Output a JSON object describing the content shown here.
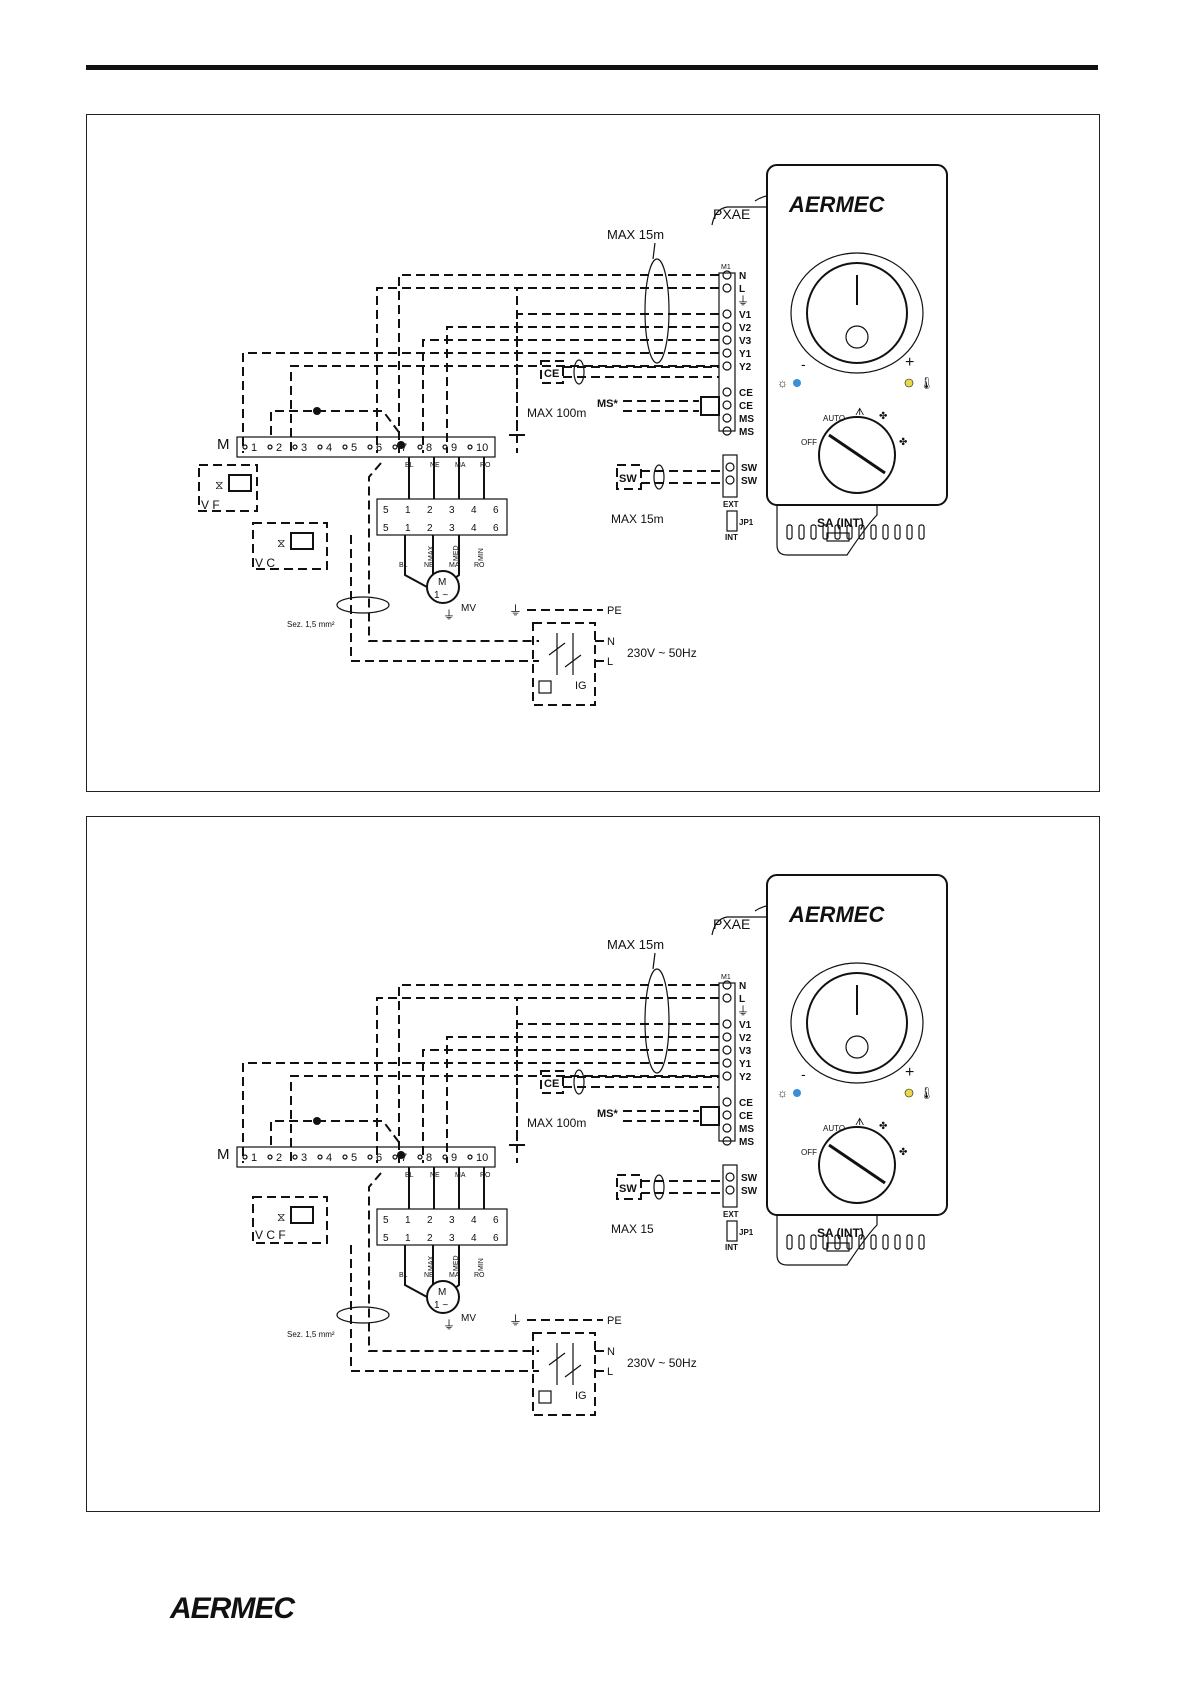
{
  "brand": "AERMEC",
  "panels": [
    {
      "controller": "PXAE",
      "brand": "AERMEC",
      "board": "M1",
      "terminals": [
        "N",
        "L",
        "V1",
        "V2",
        "V3",
        "Y1",
        "Y2",
        "CE",
        "CE",
        "MS",
        "MS"
      ],
      "sw_terminals": [
        "SW",
        "SW"
      ],
      "ext": "EXT",
      "jp": "JP1",
      "int": "INT",
      "sa": "SA (INT)",
      "auto": "AUTO",
      "off": "OFF",
      "max15": "MAX 15m",
      "max100": "MAX 100m",
      "max_sw": "MAX 15m",
      "ce_box": "CE",
      "ms": "MS*",
      "sw_box": "SW",
      "strip_label": "M",
      "strip": [
        "1",
        "2",
        "3",
        "4",
        "5",
        "6",
        "7",
        "8",
        "9",
        "10"
      ],
      "wire_colors": [
        "BL",
        "NE",
        "MA",
        "RO"
      ],
      "motor_terms": [
        "5",
        "1",
        "2",
        "3",
        "4",
        "6"
      ],
      "speeds": [
        "MAX",
        "MED",
        "MIN"
      ],
      "motor_bottom": [
        "BL",
        "NE",
        "MA",
        "RO"
      ],
      "motor": "M",
      "motor_sub": "1 ~",
      "mv": "MV",
      "sez": "Sez. 1,5 mm²",
      "pe": "PE",
      "n": "N",
      "l": "L",
      "supply": "230V ~ 50Hz",
      "ig": "IG",
      "valves": [
        "V F",
        "V C"
      ]
    },
    {
      "controller": "PXAE",
      "brand": "AERMEC",
      "board": "M1",
      "terminals": [
        "N",
        "L",
        "V1",
        "V2",
        "V3",
        "Y1",
        "Y2",
        "CE",
        "CE",
        "MS",
        "MS"
      ],
      "sw_terminals": [
        "SW",
        "SW"
      ],
      "ext": "EXT",
      "jp": "JP1",
      "int": "INT",
      "sa": "SA (INT)",
      "auto": "AUTO",
      "off": "OFF",
      "max15": "MAX 15m",
      "max100": "MAX 100m",
      "max_sw": "MAX 15",
      "ce_box": "CE",
      "ms": "MS*",
      "sw_box": "SW",
      "strip_label": "M",
      "strip": [
        "1",
        "2",
        "3",
        "4",
        "5",
        "6",
        "7",
        "8",
        "9",
        "10"
      ],
      "wire_colors": [
        "BL",
        "NE",
        "MA",
        "RO"
      ],
      "motor_terms": [
        "5",
        "1",
        "2",
        "3",
        "4",
        "6"
      ],
      "speeds": [
        "MAX",
        "MED",
        "MIN"
      ],
      "motor_bottom": [
        "BL",
        "NE",
        "MA",
        "RO"
      ],
      "motor": "M",
      "motor_sub": "1 ~",
      "mv": "MV",
      "sez": "Sez. 1,5 mm²",
      "pe": "PE",
      "n": "N",
      "l": "L",
      "supply": "230V ~ 50Hz",
      "ig": "IG",
      "valves": [
        "V C F"
      ]
    }
  ]
}
